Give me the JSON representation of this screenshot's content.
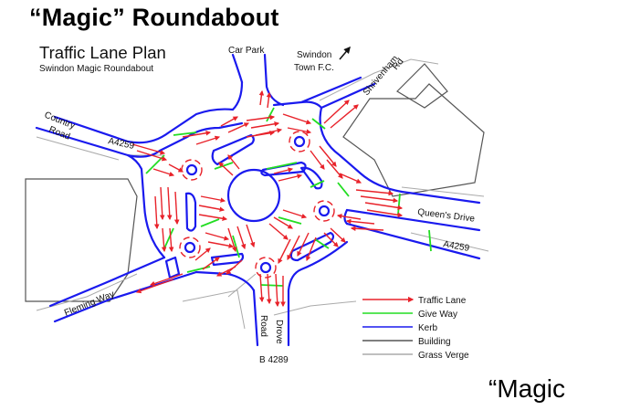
{
  "slide": {
    "title": "“Magic” Roundabout",
    "footer": "“Magic"
  },
  "plan": {
    "title": "Traffic Lane Plan",
    "subtitle": "Swindon Magic Roundabout"
  },
  "road_labels": {
    "car_park": "Car Park",
    "swindon_fc_line1": "Swindon",
    "swindon_fc_line2": "Town F.C.",
    "shrivenham": "Shrivenham",
    "shrivenham_rd": "Rd",
    "country": "Country",
    "country_road": "Road",
    "a4259_left": "A4259",
    "queens_drive": "Queen's Drive",
    "a4259_right": "A4259",
    "fleming_way": "Fleming Way",
    "road": "Road",
    "drove": "Drove",
    "b4289": "B 4289"
  },
  "legend": [
    {
      "label": "Traffic Lane",
      "color": "#e8222a",
      "arrow": true
    },
    {
      "label": "Give Way",
      "color": "#22dd22",
      "arrow": false
    },
    {
      "label": "Kerb",
      "color": "#1a1aee",
      "arrow": false
    },
    {
      "label": "Building",
      "color": "#555555",
      "arrow": false
    },
    {
      "label": "Grass Verge",
      "color": "#aaaaaa",
      "arrow": false
    }
  ],
  "colors": {
    "traffic_lane": "#e8222a",
    "give_way": "#22dd22",
    "kerb": "#1a1aee",
    "building": "#555555",
    "grass_verge": "#aaaaaa"
  },
  "icons": {
    "north_arrow": "arrow-up-right-icon",
    "mini_roundabout": "circular-arrows-icon"
  }
}
